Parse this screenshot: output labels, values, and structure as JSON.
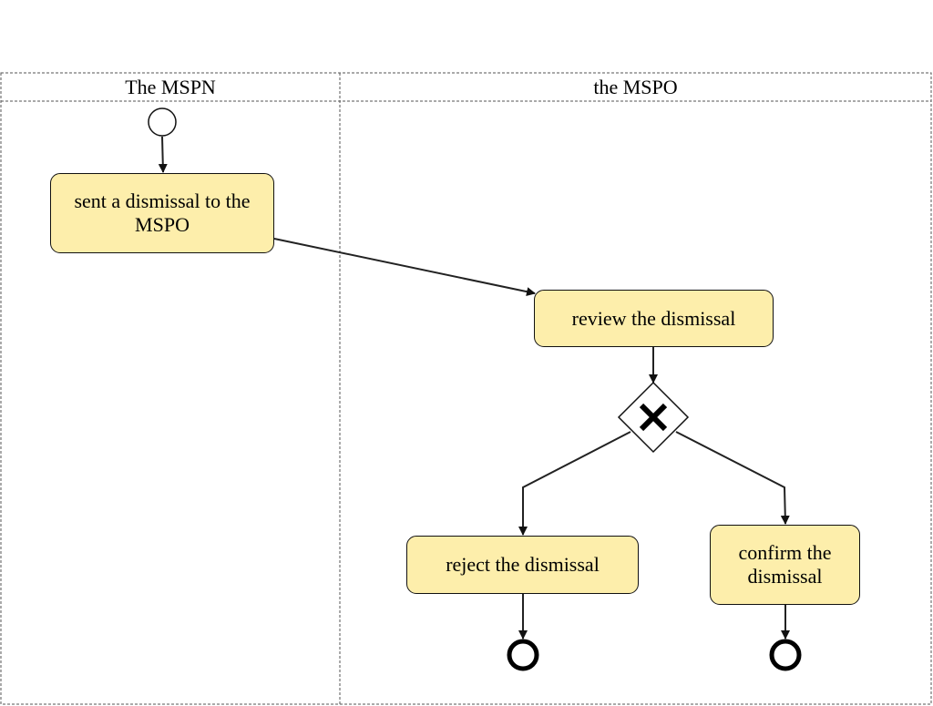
{
  "lanes": {
    "left": {
      "title": "The MSPN"
    },
    "right": {
      "title": "the MSPO"
    }
  },
  "tasks": {
    "send_dismissal": {
      "label": "sent a dismissal to the MSPO"
    },
    "review_dismissal": {
      "label": "review the dismissal"
    },
    "reject_dismissal": {
      "label": "reject the dismissal"
    },
    "confirm_dismissal": {
      "label": "confirm the dismissal"
    }
  },
  "gateway": {
    "type": "exclusive"
  },
  "colors": {
    "task_fill": "#fdeeab",
    "stroke": "#111111",
    "lane_border": "#555555"
  }
}
